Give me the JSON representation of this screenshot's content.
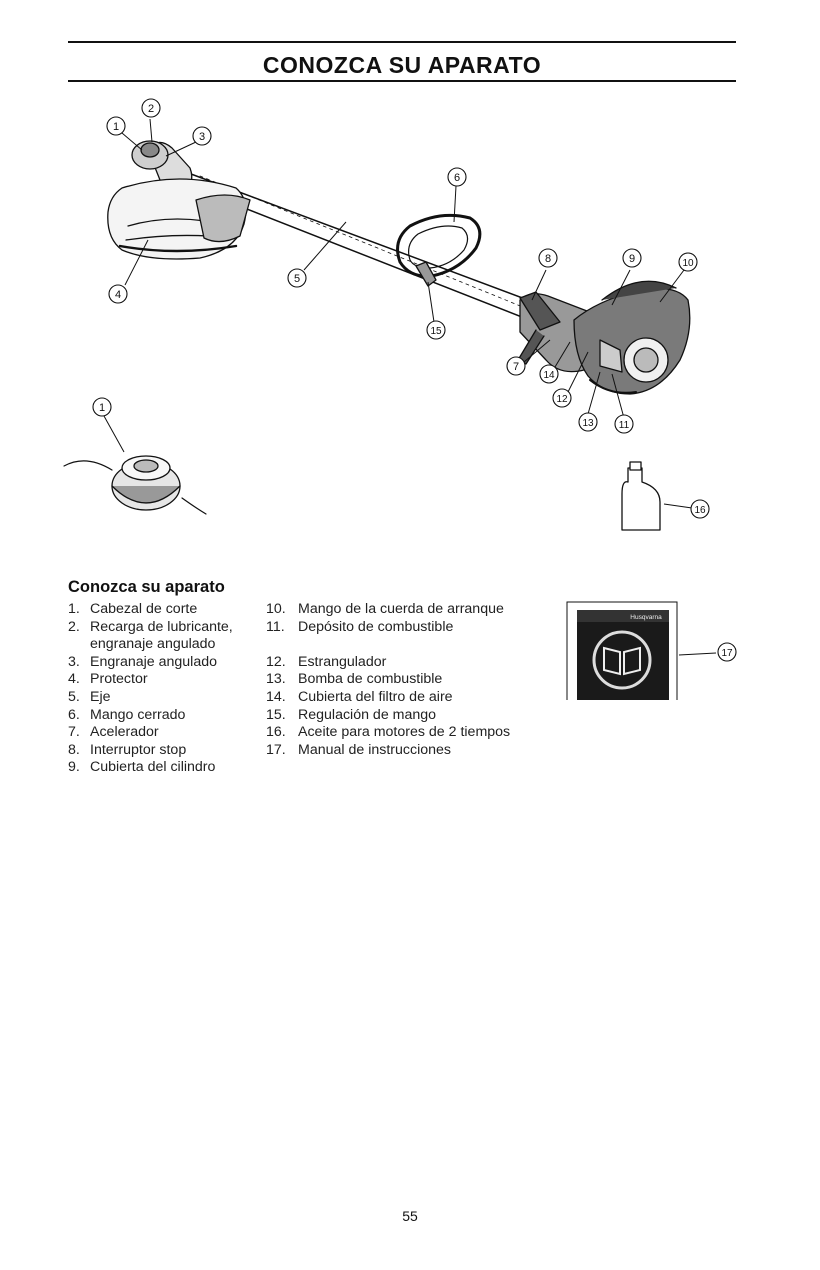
{
  "page": {
    "title": "CONOZCA SU APARATO",
    "page_number": "55"
  },
  "callouts": [
    "1",
    "2",
    "3",
    "4",
    "5",
    "6",
    "8",
    "9",
    "10",
    "15",
    "7",
    "14",
    "12",
    "13",
    "11",
    "1",
    "16",
    "17"
  ],
  "section": {
    "title": "Conozca su aparato",
    "items_left": [
      {
        "num": "1.",
        "text": "Cabezal de corte"
      },
      {
        "num": "2.",
        "text": "Recarga de lubricante,"
      },
      {
        "num": "",
        "text": "engranaje angulado"
      },
      {
        "num": "3.",
        "text": "Engranaje angulado"
      },
      {
        "num": "4.",
        "text": "Protector"
      },
      {
        "num": "5.",
        "text": "Eje"
      },
      {
        "num": "6.",
        "text": "Mango cerrado"
      },
      {
        "num": "7.",
        "text": "Acelerador"
      },
      {
        "num": "8.",
        "text": "Interruptor stop"
      },
      {
        "num": "9.",
        "text": "Cubierta del cilindro"
      }
    ],
    "items_right": [
      {
        "num": "10.",
        "text": "Mango de la cuerda de arranque"
      },
      {
        "num": "11.",
        "text": "Depósito de combustible"
      },
      {
        "num": "12.",
        "text": "Estrangulador"
      },
      {
        "num": "13.",
        "text": "Bomba de combustible"
      },
      {
        "num": "14.",
        "text": "Cubierta del filtro de aire"
      },
      {
        "num": "15.",
        "text": "Regulación de mango"
      },
      {
        "num": "16.",
        "text": "Aceite para motores de 2 tiempos"
      },
      {
        "num": "17.",
        "text": "Manual de instrucciones"
      }
    ]
  },
  "manual_cover": {
    "brand": "Husqvarna"
  }
}
